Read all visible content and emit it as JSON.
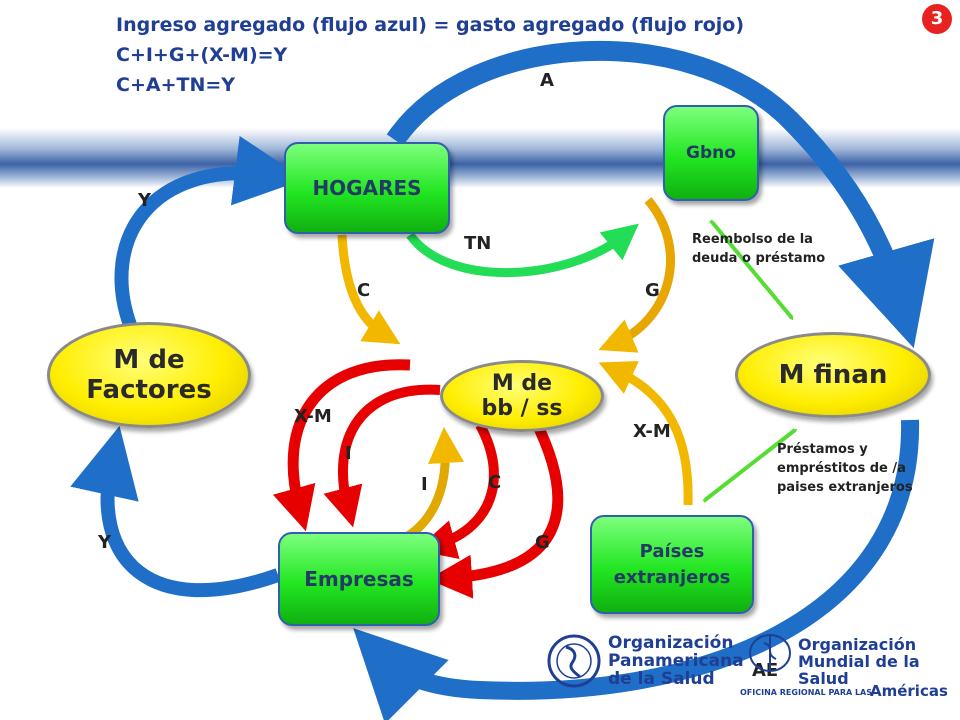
{
  "header": {
    "line1": "Ingreso agregado (flujo azul) = gasto agregado (flujo rojo)",
    "line2": "C+I+G+(X-M)=Y",
    "line3": "C+A+TN=Y",
    "slide_number": "3"
  },
  "nodes": {
    "hogares": "HOGARES",
    "gbno": "Gbno",
    "m_factores_1": "M de",
    "m_factores_2": "Factores",
    "m_bbss_1": "M de",
    "m_bbss_2": "bb / ss",
    "m_finan": "M finan",
    "empresas": "Empresas",
    "paises_1": "Países",
    "paises_2": "extranjeros"
  },
  "flow_labels": {
    "a": "A",
    "y_top": "Y",
    "tn": "TN",
    "c_top": "C",
    "g_top": "G",
    "xm_left": "X-M",
    "i_outer": "I",
    "i_inner": "I",
    "c_bottom": "C",
    "xm_right": "X-M",
    "y_bottom": "Y",
    "g_bottom": "G",
    "ae": "AE"
  },
  "notes": {
    "reembolso_1": "Reembolso de la",
    "reembolso_2": "deuda o préstamo",
    "prestamos_1": "Préstamos y",
    "prestamos_2": "empréstitos de /a",
    "prestamos_3": "paises extranjeros"
  },
  "logos": {
    "ops_1": "Organización",
    "ops_2": "Panamericana",
    "ops_3": "de la Salud",
    "oms_1": "Organización",
    "oms_2": "Mundial de la Salud",
    "oms_3": "OFICINA REGIONAL PARA LAS",
    "oms_4": "Américas"
  },
  "colors": {
    "income_flow": "#1f6fc8",
    "expenditure_flow": "#e60000",
    "node_green": "#22e622",
    "market_yellow": "#ffee00",
    "loan_arrow": "#55dd33",
    "title_blue": "#1f3f94"
  }
}
